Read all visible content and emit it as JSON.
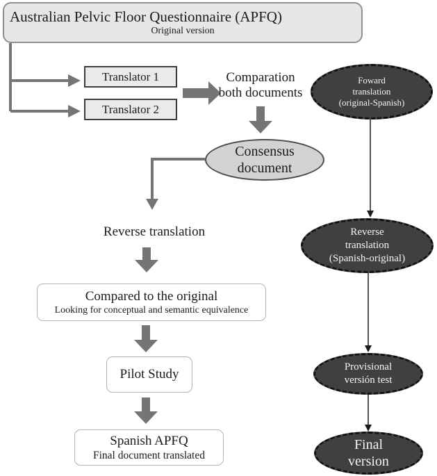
{
  "colors": {
    "dark-node": "#3F4040",
    "dark-node-border": "#101010",
    "node-text": "#F5F5F5",
    "light-box": "#E7E7E7",
    "light-box-border": "#8F8F8F",
    "translator-fill": "#EAEAEA",
    "translator-border": "#3C3C3C",
    "consensus-fill": "#D3D3D3",
    "consensus-border": "#4A4A4A",
    "white-box-border": "#B3B3B3",
    "arrow-gray": "#757575",
    "thin-line": "#1A1A1A",
    "text": "#1A1A1A"
  },
  "flow": {
    "source_box": {
      "title": "Australian Pelvic Floor Questionnaire (APFQ)",
      "subtitle": "Original version"
    },
    "translator1_label": "Translator 1",
    "translator2_label": "Translator 2",
    "comparation_line1": "Comparation",
    "comparation_line2": "both documents",
    "consensus_line1": "Consensus",
    "consensus_line2": "document",
    "reverse_label": "Reverse translation",
    "compared_box": {
      "title": "Compared to the original",
      "subtitle": "Looking for conceptual and semantic equivalence"
    },
    "pilot_label": "Pilot Study",
    "spanish_box": {
      "title": "Spanish APFQ",
      "subtitle": "Final document translated"
    }
  },
  "stages": {
    "forward": {
      "l1": "Foward",
      "l2": "translation",
      "l3": "(original-Spanish)"
    },
    "reverse": {
      "l1": "Reverse",
      "l2": "translation",
      "l3": "(Spanish-original)"
    },
    "provisional": {
      "l1": "Provisional",
      "l2": "versión test"
    },
    "final": {
      "l1": "Final",
      "l2": "version"
    }
  }
}
